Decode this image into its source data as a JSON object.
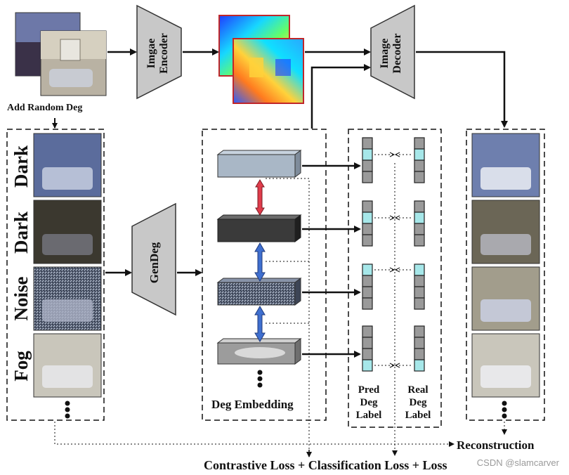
{
  "title": "",
  "input": {
    "caption": "Add Random Deg"
  },
  "modules": {
    "encoder": "Imgae\nEncoder",
    "decoder": "Image\nDecoder",
    "gendeg": "GenDeg"
  },
  "degradations": [
    "Dark",
    "Dark",
    "Noise",
    "Fog"
  ],
  "embedding": {
    "caption": "Deg Embedding"
  },
  "labels": {
    "pred": "Pred\nDeg\nLabel",
    "real": "Real\nDeg\nLabel"
  },
  "outputs": {
    "reconstruction": "Reconstruction"
  },
  "losses": {
    "text": "Contrastive Loss + Classification Loss + Loss"
  },
  "watermark": "CSDN @slamcarver",
  "label_onehot": {
    "pred": [
      2,
      2,
      1,
      4
    ],
    "real": [
      2,
      2,
      1,
      4
    ]
  },
  "colors": {
    "module_fill": "#c8c8c8",
    "embed_light": "#a9b7c6",
    "embed_dark": "#3a3a3a",
    "positive_arrow": "#e03c4b",
    "negative_arrow": "#3f6fcf",
    "label_active": "#a6e7e9",
    "label_cell": "#9a9a9a"
  }
}
